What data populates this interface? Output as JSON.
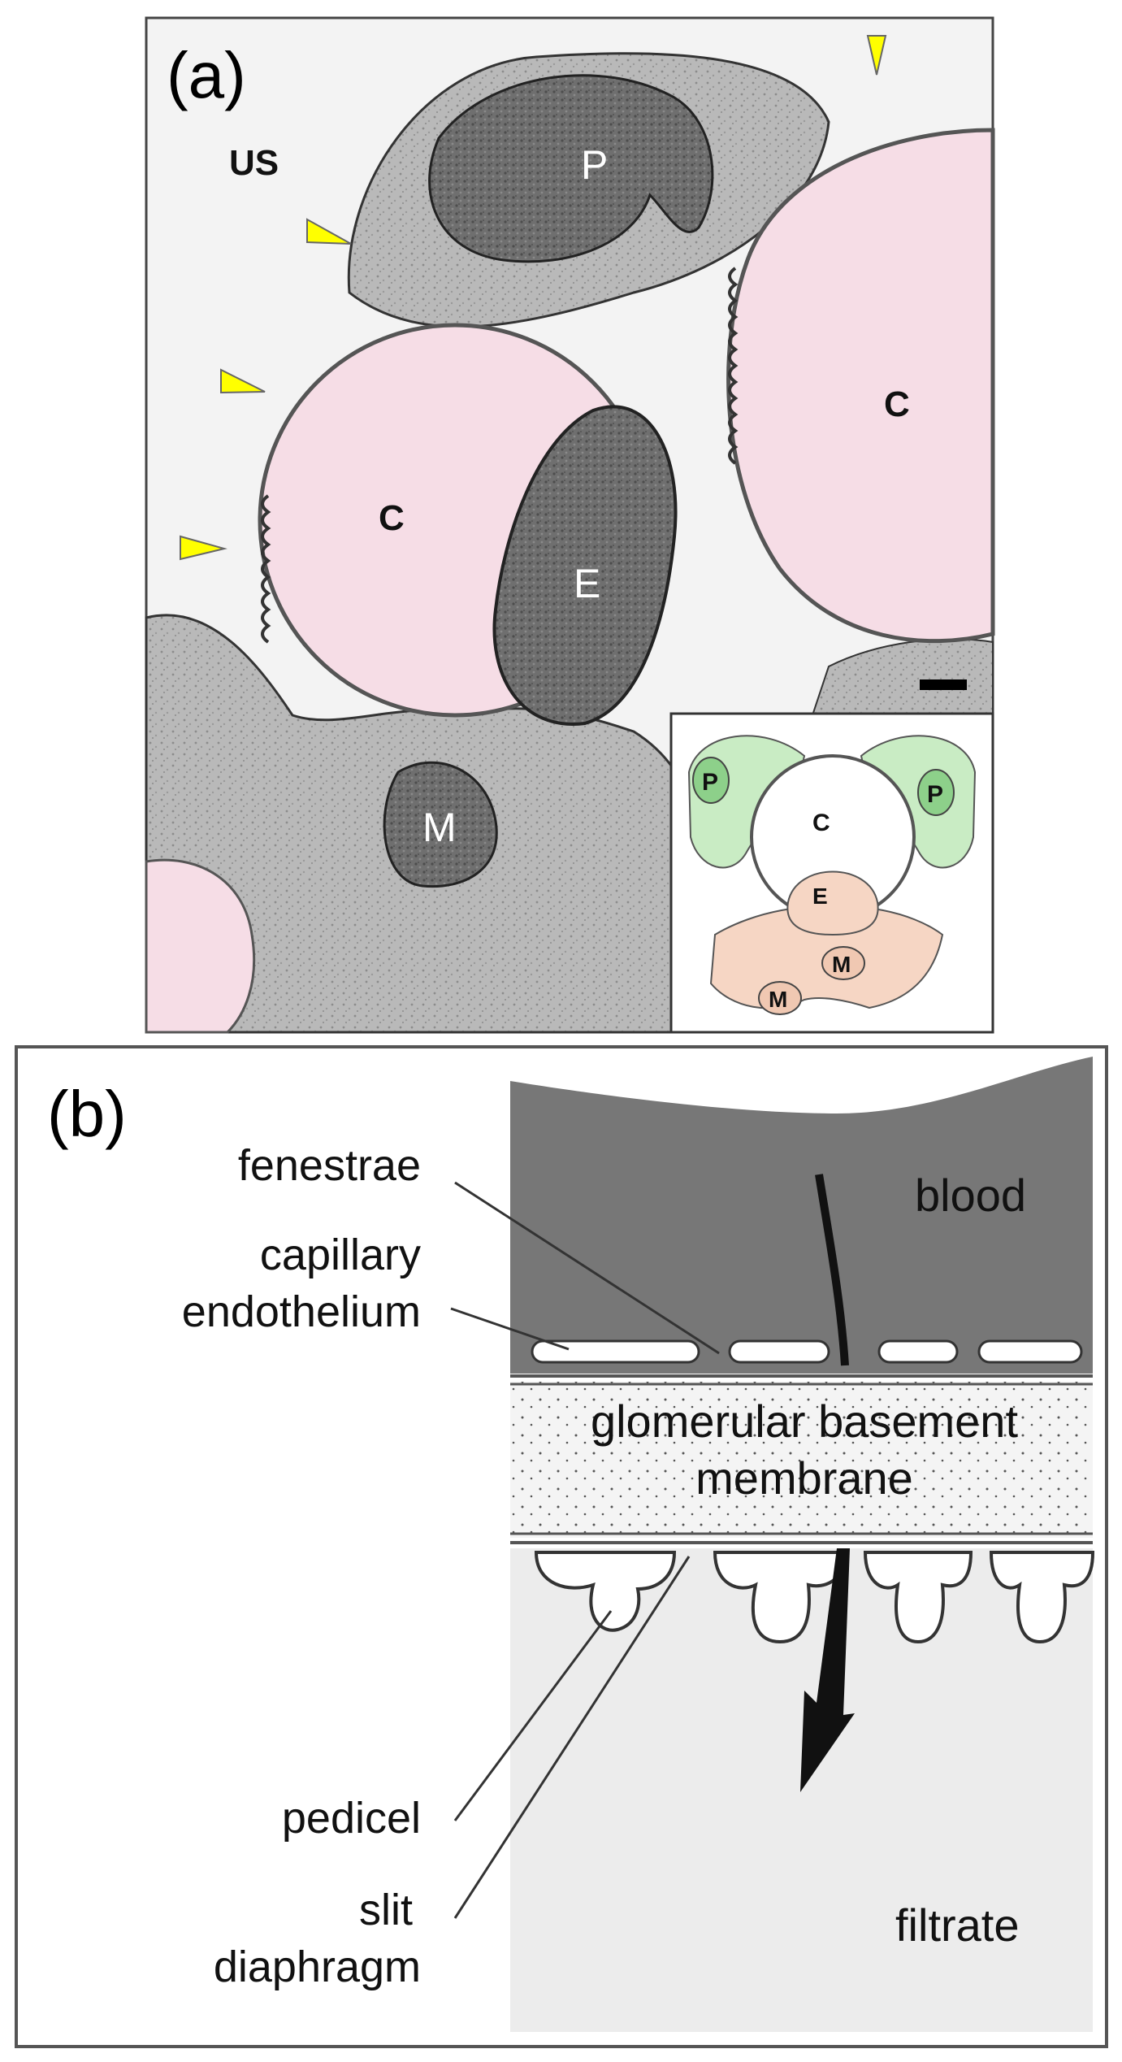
{
  "panel_a": {
    "letter": "(a)",
    "labels": {
      "us": "US",
      "podocyte": "P",
      "capillary": "C",
      "endothelial": "E",
      "mesangial": "M"
    },
    "inset": {
      "podocyte": "P",
      "capillary": "C",
      "endothelial": "E",
      "mesangial": "M"
    }
  },
  "panel_b": {
    "letter": "(b)",
    "labels": {
      "fenestrae": "fenestrae",
      "capillary_1": "capillary",
      "capillary_2": "endothelium",
      "blood": "blood",
      "gbm_1": "glomerular basement",
      "gbm_2": "membrane",
      "pedicel": "pedicel",
      "slit_1": "slit",
      "slit_2": "diaphragm",
      "filtrate": "filtrate"
    }
  },
  "colors": {
    "capillary_lumen": "#f6dde6",
    "podocyte_inset": "#c9ecc4",
    "endo_mesangial_inset": "#f6d6c4",
    "arrowhead": "#ffff00",
    "blood_region": "#777777",
    "filtrate_region": "#ececec"
  }
}
